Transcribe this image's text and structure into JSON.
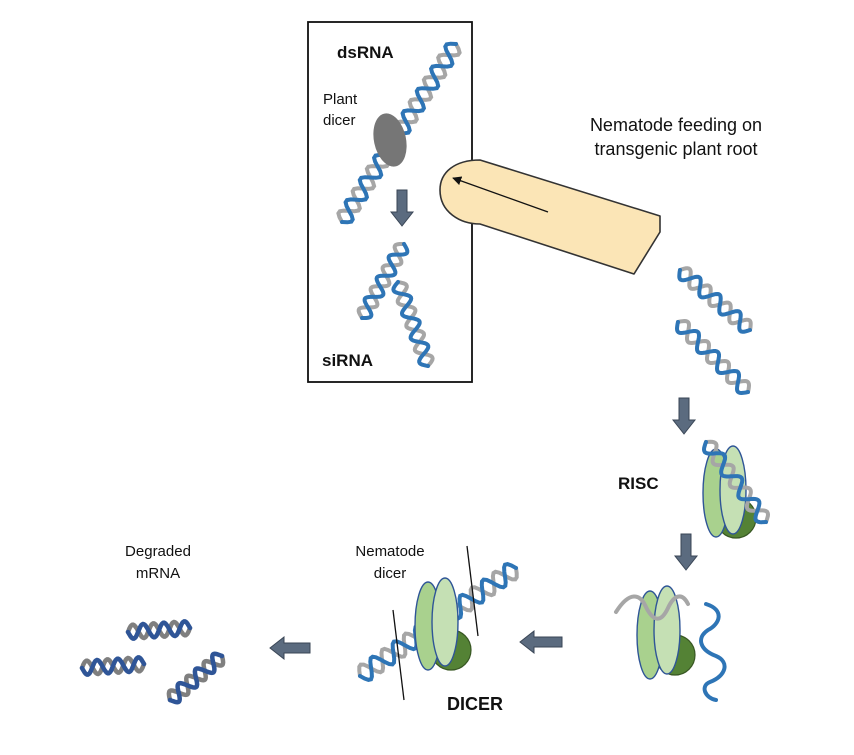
{
  "labels": {
    "dsrna": "dsRNA",
    "plant_dicer_line1": "Plant",
    "plant_dicer_line2": "dicer",
    "sirna": "siRNA",
    "feeding_line1": "Nematode feeding on",
    "feeding_line2": "transgenic plant root",
    "risc": "RISC",
    "nematode_dicer_line1": "Nematode",
    "nematode_dicer_line2": "dicer",
    "dicer": "DICER",
    "degraded_line1": "Degraded",
    "degraded_line2": "mRNA"
  },
  "colors": {
    "strand_blue": "#2e75b6",
    "strand_gray": "#a6a6a6",
    "arrow_fill": "#5b6b7f",
    "dicer_gray": "#767676",
    "root_fill": "#fbe5b6",
    "risc_light": "#c5e0b4",
    "risc_mid": "#a9d18e",
    "risc_dark": "#548235",
    "degraded_blue": "#2f5597",
    "degraded_gray": "#7f7f7f"
  }
}
